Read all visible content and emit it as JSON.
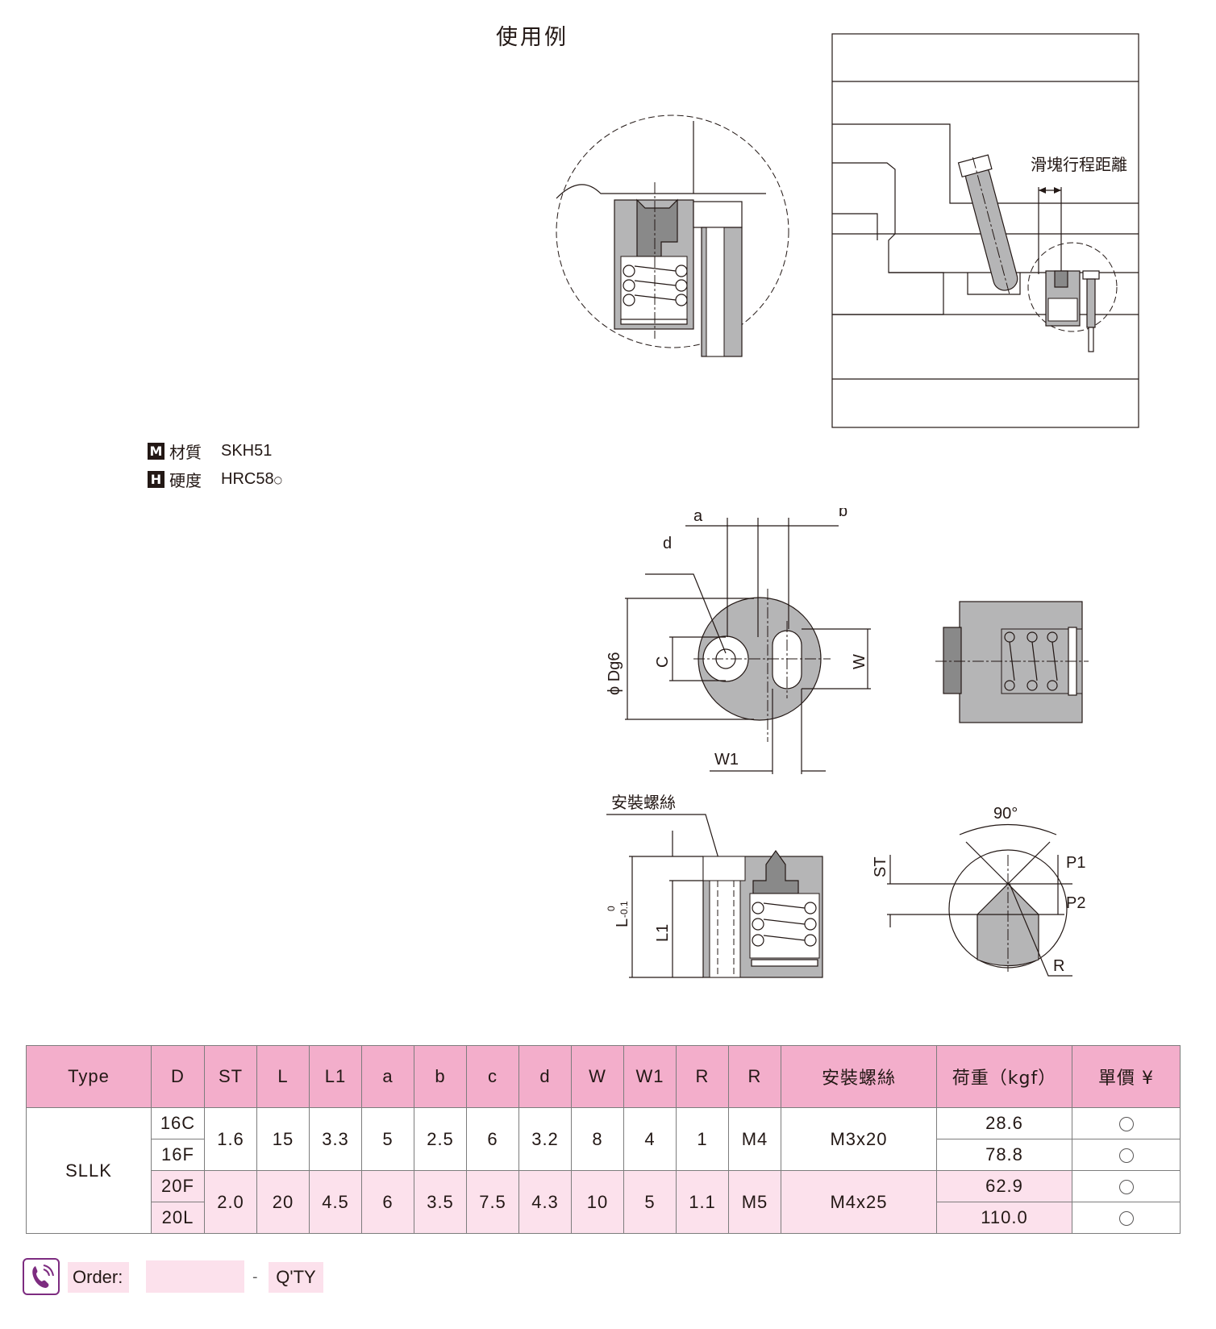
{
  "usage_title": "使用例",
  "usage_label": "滑塊行程距離",
  "specs": {
    "material_badge": "M",
    "material_label": "材質",
    "material_value": "SKH51",
    "hardness_badge": "H",
    "hardness_label": "硬度",
    "hardness_value": "HRC58",
    "hardness_deg": "○"
  },
  "drawing_labels": {
    "a": "a",
    "b": "b",
    "d": "d",
    "dg6": "ϕ Dg6",
    "c": "C",
    "w": "W",
    "w1": "W1",
    "screw": "安裝螺絲",
    "l": "L",
    "l_tol_top": "0",
    "l_tol_bot": "-0.1",
    "l1": "L1",
    "st": "ST",
    "angle": "90°",
    "p1": "P1",
    "p2": "P2",
    "r": "R"
  },
  "table": {
    "headers": [
      "Type",
      "D",
      "ST",
      "L",
      "L1",
      "a",
      "b",
      "c",
      "d",
      "W",
      "W1",
      "R",
      "R",
      "安裝螺絲",
      "荷重（kgf）",
      "單價 ¥"
    ],
    "type_name": "SLLK",
    "groups": [
      {
        "ST": "1.6",
        "L": "15",
        "L1": "3.3",
        "a": "5",
        "b": "2.5",
        "c": "6",
        "d": "3.2",
        "W": "8",
        "W1": "4",
        "R1": "1",
        "R2": "M4",
        "screw": "M3x20",
        "rows": [
          {
            "D": "16C",
            "load": "28.6",
            "price": "○"
          },
          {
            "D": "16F",
            "load": "78.8",
            "price": "○"
          }
        ]
      },
      {
        "ST": "2.0",
        "L": "20",
        "L1": "4.5",
        "a": "6",
        "b": "3.5",
        "c": "7.5",
        "d": "4.3",
        "W": "10",
        "W1": "5",
        "R1": "1.1",
        "R2": "M5",
        "screw": "M4x25",
        "rows": [
          {
            "D": "20F",
            "load": "62.9",
            "price": "○"
          },
          {
            "D": "20L",
            "load": "110.0",
            "price": "○"
          }
        ]
      }
    ]
  },
  "order": {
    "label": "Order:",
    "separator": "-",
    "qty_label": "Q'TY"
  },
  "colors": {
    "header_pink": "#f3aecb",
    "light_pink": "#fce1ec",
    "part_gray": "#b5b5b6",
    "icon_purple": "#7d2c80"
  },
  "icons": {
    "order": "phone-icon"
  }
}
